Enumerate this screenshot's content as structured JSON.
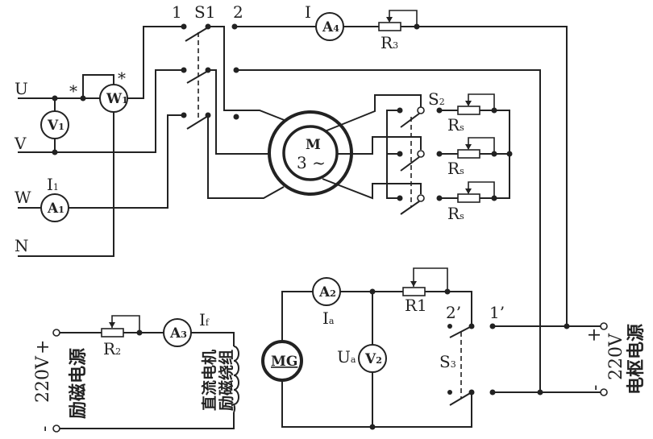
{
  "phases": {
    "u": "U",
    "v": "V",
    "w": "W",
    "n": "N"
  },
  "meters": {
    "w1": {
      "main": "W",
      "sub": "1"
    },
    "v1": {
      "main": "V",
      "sub": "1"
    },
    "a1": {
      "main": "A",
      "sub": "1"
    },
    "a4": {
      "main": "A",
      "sub": "4"
    },
    "a3": {
      "main": "A",
      "sub": "3"
    },
    "a2": {
      "main": "A",
      "sub": "2"
    },
    "v2": {
      "main": "V",
      "sub": "2"
    }
  },
  "labels": {
    "star": "*",
    "i1": {
      "main": "I",
      "sub": "1"
    },
    "i": "I",
    "s1": "S1",
    "s1_pos1": "1",
    "s1_pos2": "2",
    "r3": {
      "main": "R",
      "sub": "3"
    },
    "s2": {
      "main": "S",
      "sub": "2"
    },
    "rs": {
      "main": "R",
      "sub": "s"
    },
    "motor_m": "M",
    "motor_3": "3 ~",
    "r2": {
      "main": "R",
      "sub": "2"
    },
    "if": {
      "main": "I",
      "sub": "f"
    },
    "field_winding_1": "直流电机",
    "field_winding_2": "励磁绕组",
    "field_supply_v": "220V",
    "field_supply_name": "励磁电源",
    "plus": "+",
    "minus": "-",
    "mg": "MG",
    "ia": {
      "main": "I",
      "sub": "a"
    },
    "ua": {
      "main": "U",
      "sub": "a"
    },
    "r1": "R1",
    "s3": {
      "main": "S",
      "sub": "3"
    },
    "pos2p": "2’",
    "pos1p": "1’",
    "arm_supply_v": "220V",
    "arm_supply_name": "电枢电源"
  }
}
